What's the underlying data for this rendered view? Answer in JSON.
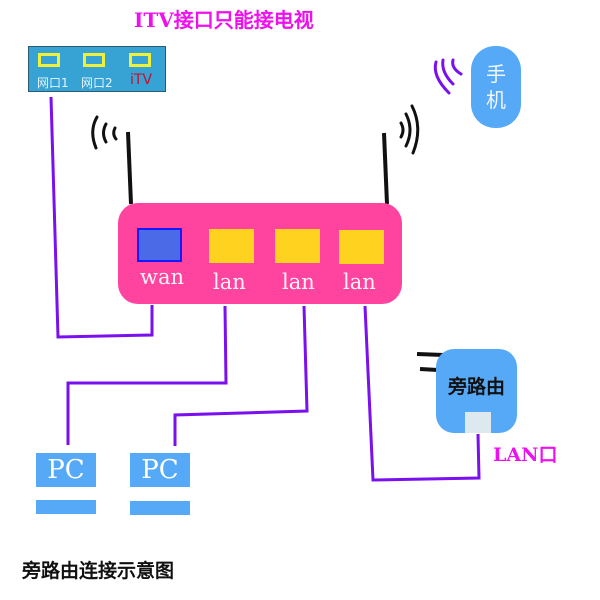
{
  "title": "ITV接口只能接电视",
  "caption": "旁路由连接示意图",
  "modem": {
    "ports": [
      {
        "label": "网口1"
      },
      {
        "label": "网口2"
      },
      {
        "label": "iTV"
      }
    ]
  },
  "router": {
    "ports": [
      {
        "label": "wan",
        "type": "wan"
      },
      {
        "label": "lan",
        "type": "lan"
      },
      {
        "label": "lan",
        "type": "lan"
      },
      {
        "label": "lan",
        "type": "lan"
      }
    ]
  },
  "phone": {
    "label_line1": "手",
    "label_line2": "机"
  },
  "side_router": {
    "label": "旁路由",
    "port_label": "LAN口"
  },
  "pcs": [
    {
      "label": "PC"
    },
    {
      "label": "PC"
    }
  ],
  "colors": {
    "title": "#ee11ee",
    "wire": "#7a10f0",
    "router": "#ff44a0",
    "lan_port": "#ffd21f",
    "wan_port": "#4a6ae8",
    "device_blue": "#55a9f7",
    "modem": "#36a3d4"
  },
  "icons": {
    "wifi_signal_left": "wifi-waves-icon",
    "wifi_signal_right": "wifi-waves-icon",
    "phone_signal": "wifi-waves-icon",
    "side_router_antenna": "antenna-icon"
  }
}
